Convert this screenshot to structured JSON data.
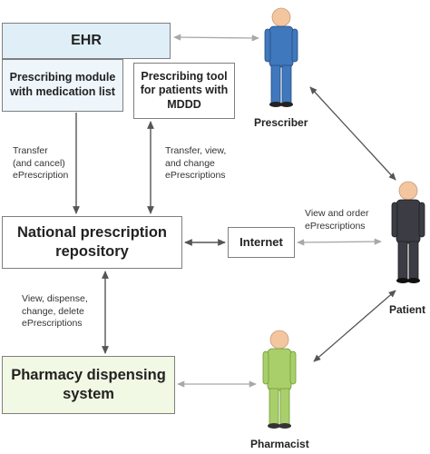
{
  "boxes": {
    "ehr": "EHR",
    "prescribing_module": "Prescribing module\nwith medication list",
    "prescribing_tool": "Prescribing tool\nfor patients with\nMDDD",
    "repository": "National prescription\nrepository",
    "internet": "Internet",
    "pharmacy": "Pharmacy dispensing\nsystem"
  },
  "edge_labels": {
    "transfer_cancel": "Transfer\n(and cancel)\nePrescription",
    "transfer_view_change": "Transfer, view,\nand change\nePrescriptions",
    "view_order": "View and order\nePrescriptions",
    "view_dispense": "View, dispense,\nchange, delete\nePrescriptions"
  },
  "actors": {
    "prescriber": "Prescriber",
    "patient": "Patient",
    "pharmacist": "Pharmacist"
  },
  "colors": {
    "prescriber_figure": "#3f78bd",
    "patient_figure": "#3c3c44",
    "pharmacist_figure": "#a9cf6a",
    "skin": "#f4c6a0",
    "arrow_dark": "#555555",
    "arrow_light": "#a8a8a8"
  }
}
